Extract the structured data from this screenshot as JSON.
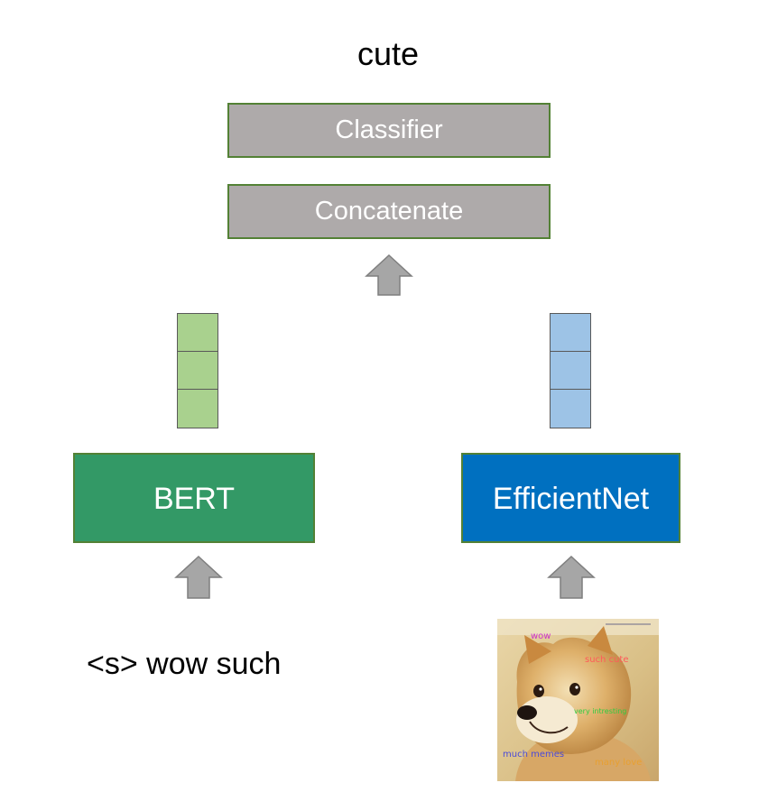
{
  "diagram": {
    "output_label": "cute",
    "classifier_label": "Classifier",
    "concat_label": "Concatenate",
    "text_model_label": "BERT",
    "image_model_label": "EfficientNet",
    "text_input": "<s> wow such",
    "meme_captions": {
      "wow": "wow",
      "such_cute": "such cute",
      "very_intresting": "very intresting",
      "much_memes": "much memes",
      "many_love": "many love"
    }
  },
  "colors": {
    "gray_box": "#aeaaaa",
    "box_border": "#538135",
    "bert": "#339966",
    "efficientnet": "#0070c0",
    "text_vector": "#a9d18e",
    "image_vector": "#9dc3e6",
    "arrow": "#a6a6a6"
  }
}
